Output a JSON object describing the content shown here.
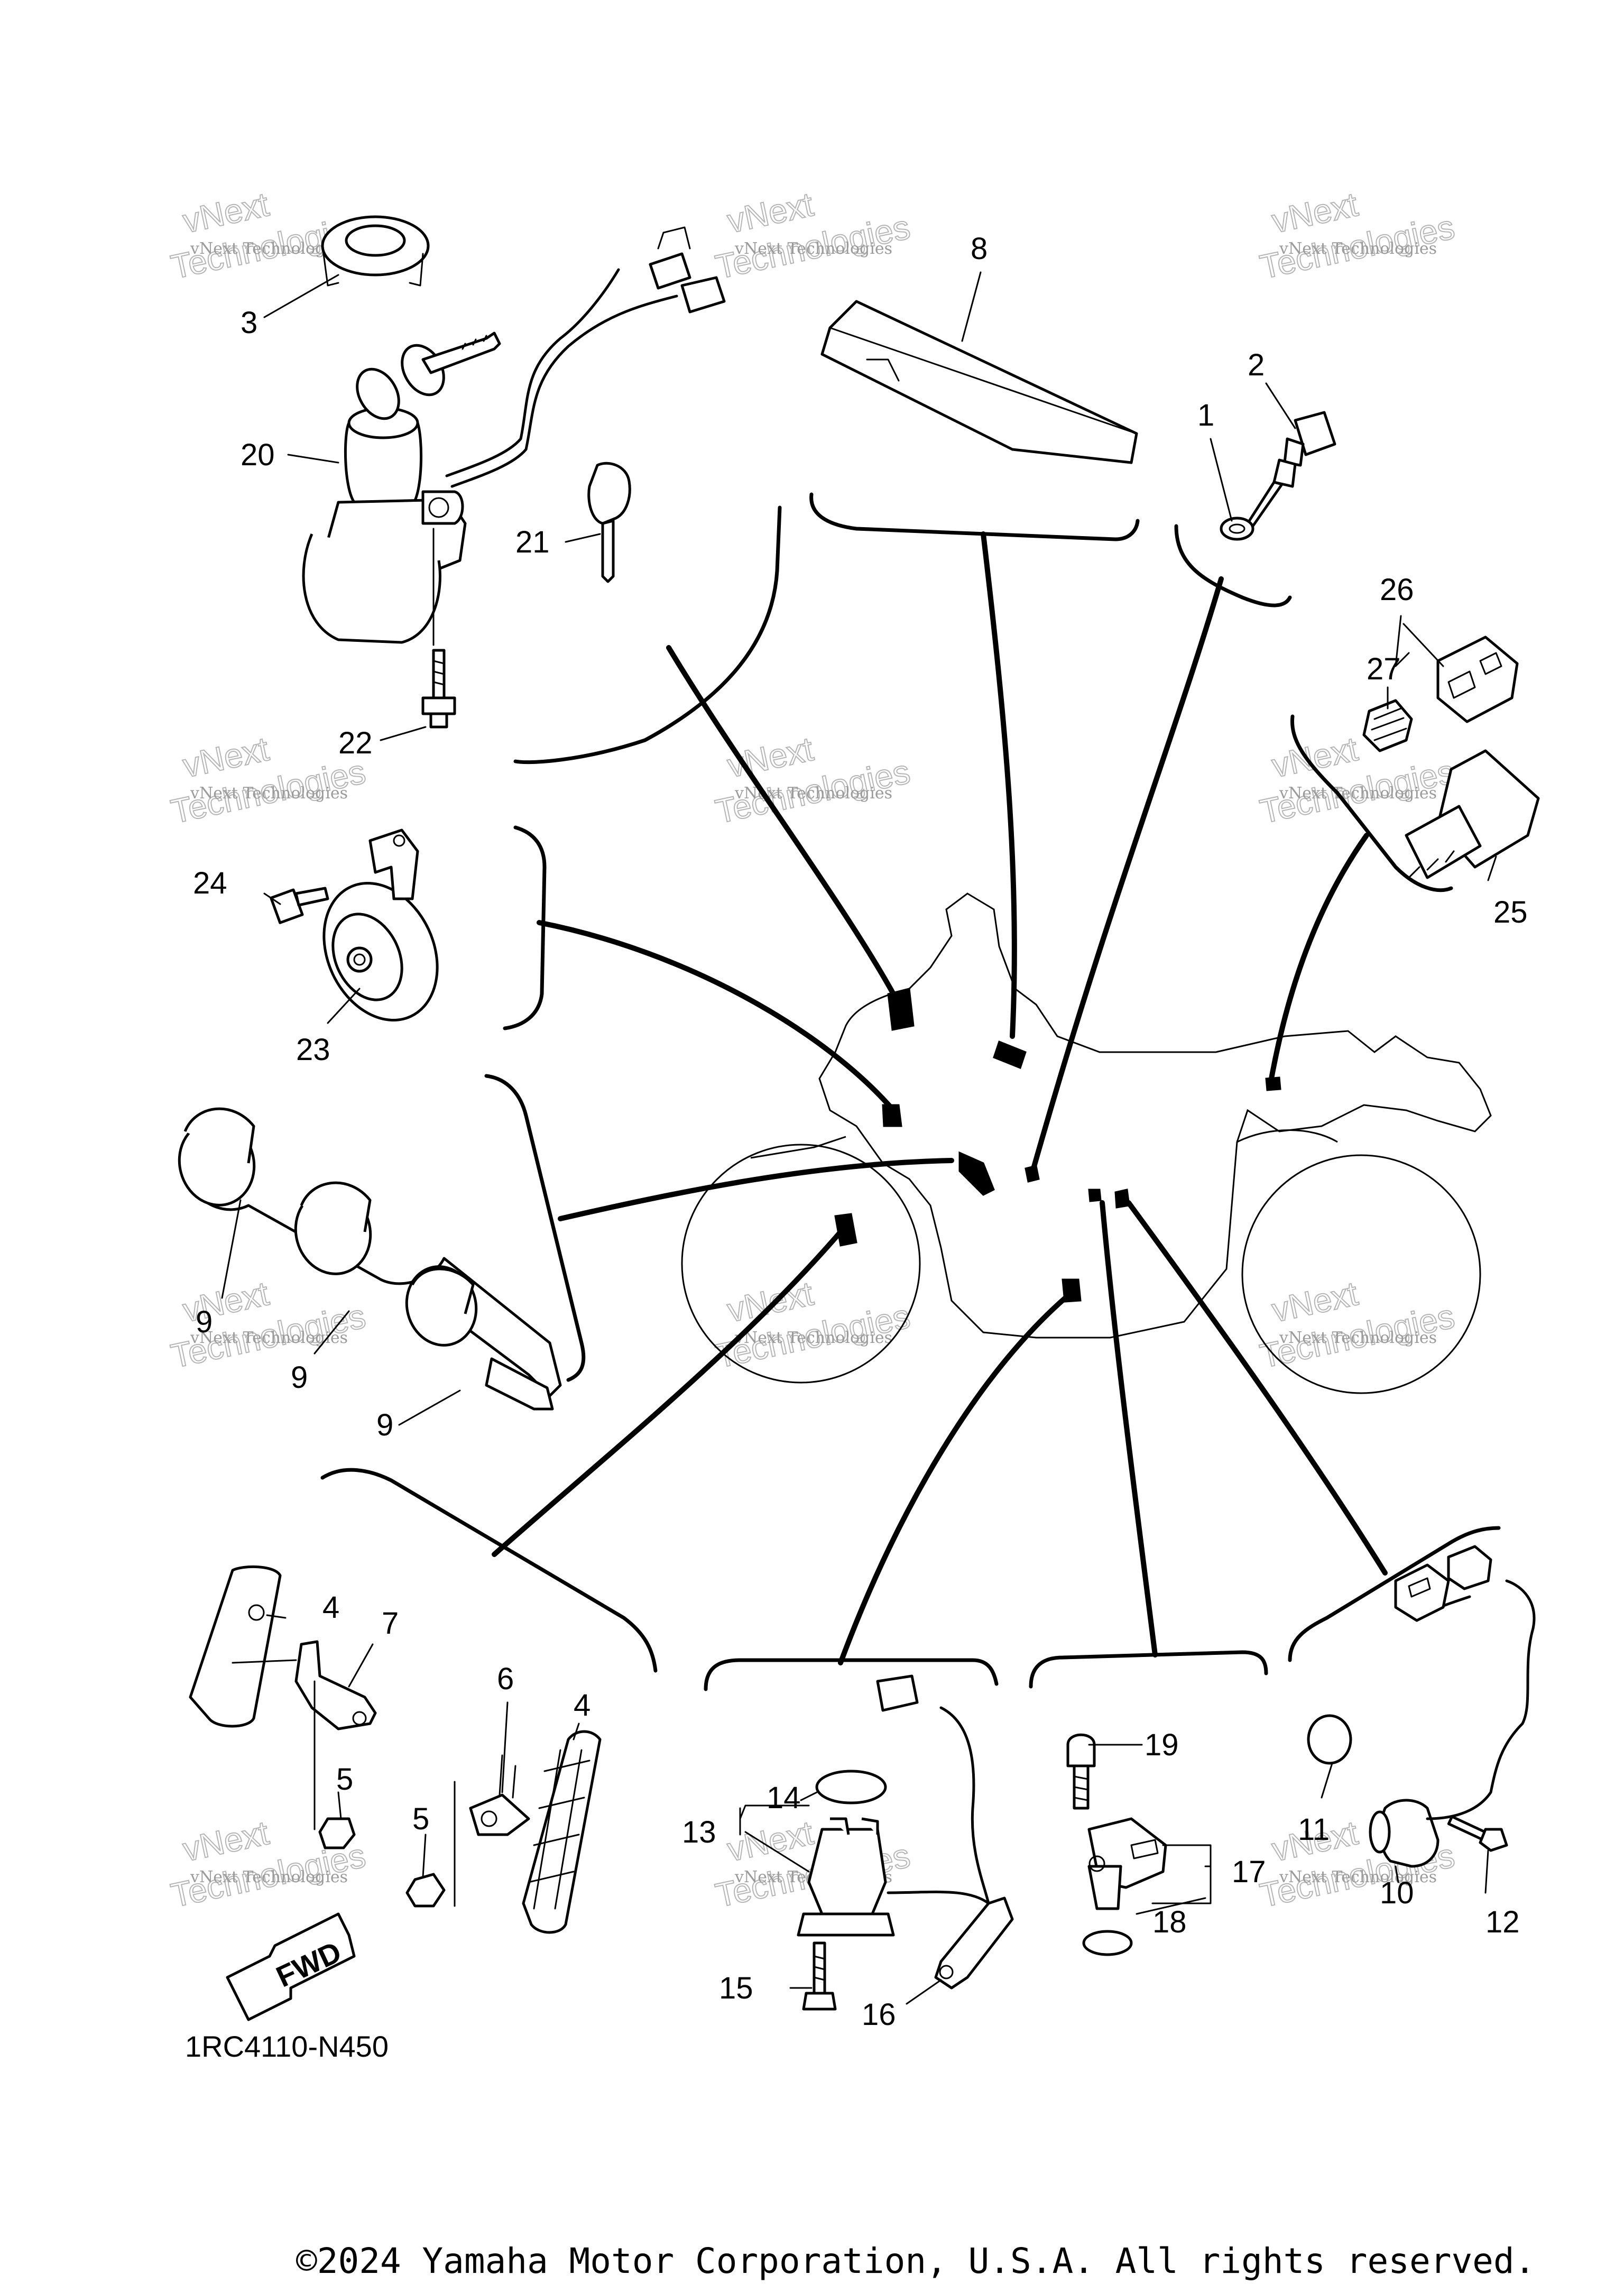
{
  "diagram": {
    "code": "1RC4110-N450",
    "fwd_label": "FWD",
    "copyright": "©2024 Yamaha Motor Corporation, U.S.A. All rights reserved.",
    "watermark_small": "vNext Technologies",
    "watermark_big_top": "vNext",
    "watermark_big_bottom": "Technologies",
    "callouts": {
      "c1": "1",
      "c2": "2",
      "c3": "3",
      "c4a": "4",
      "c4b": "4",
      "c5a": "5",
      "c5b": "5",
      "c6": "6",
      "c7": "7",
      "c8": "8",
      "c9a": "9",
      "c9b": "9",
      "c9c": "9",
      "c10": "10",
      "c11": "11",
      "c12": "12",
      "c13": "13",
      "c14": "14",
      "c15": "15",
      "c16": "16",
      "c17": "17",
      "c18": "18",
      "c19": "19",
      "c20": "20",
      "c21": "21",
      "c22": "22",
      "c23": "23",
      "c24": "24",
      "c25": "25",
      "c26": "26",
      "c27": "27"
    }
  }
}
